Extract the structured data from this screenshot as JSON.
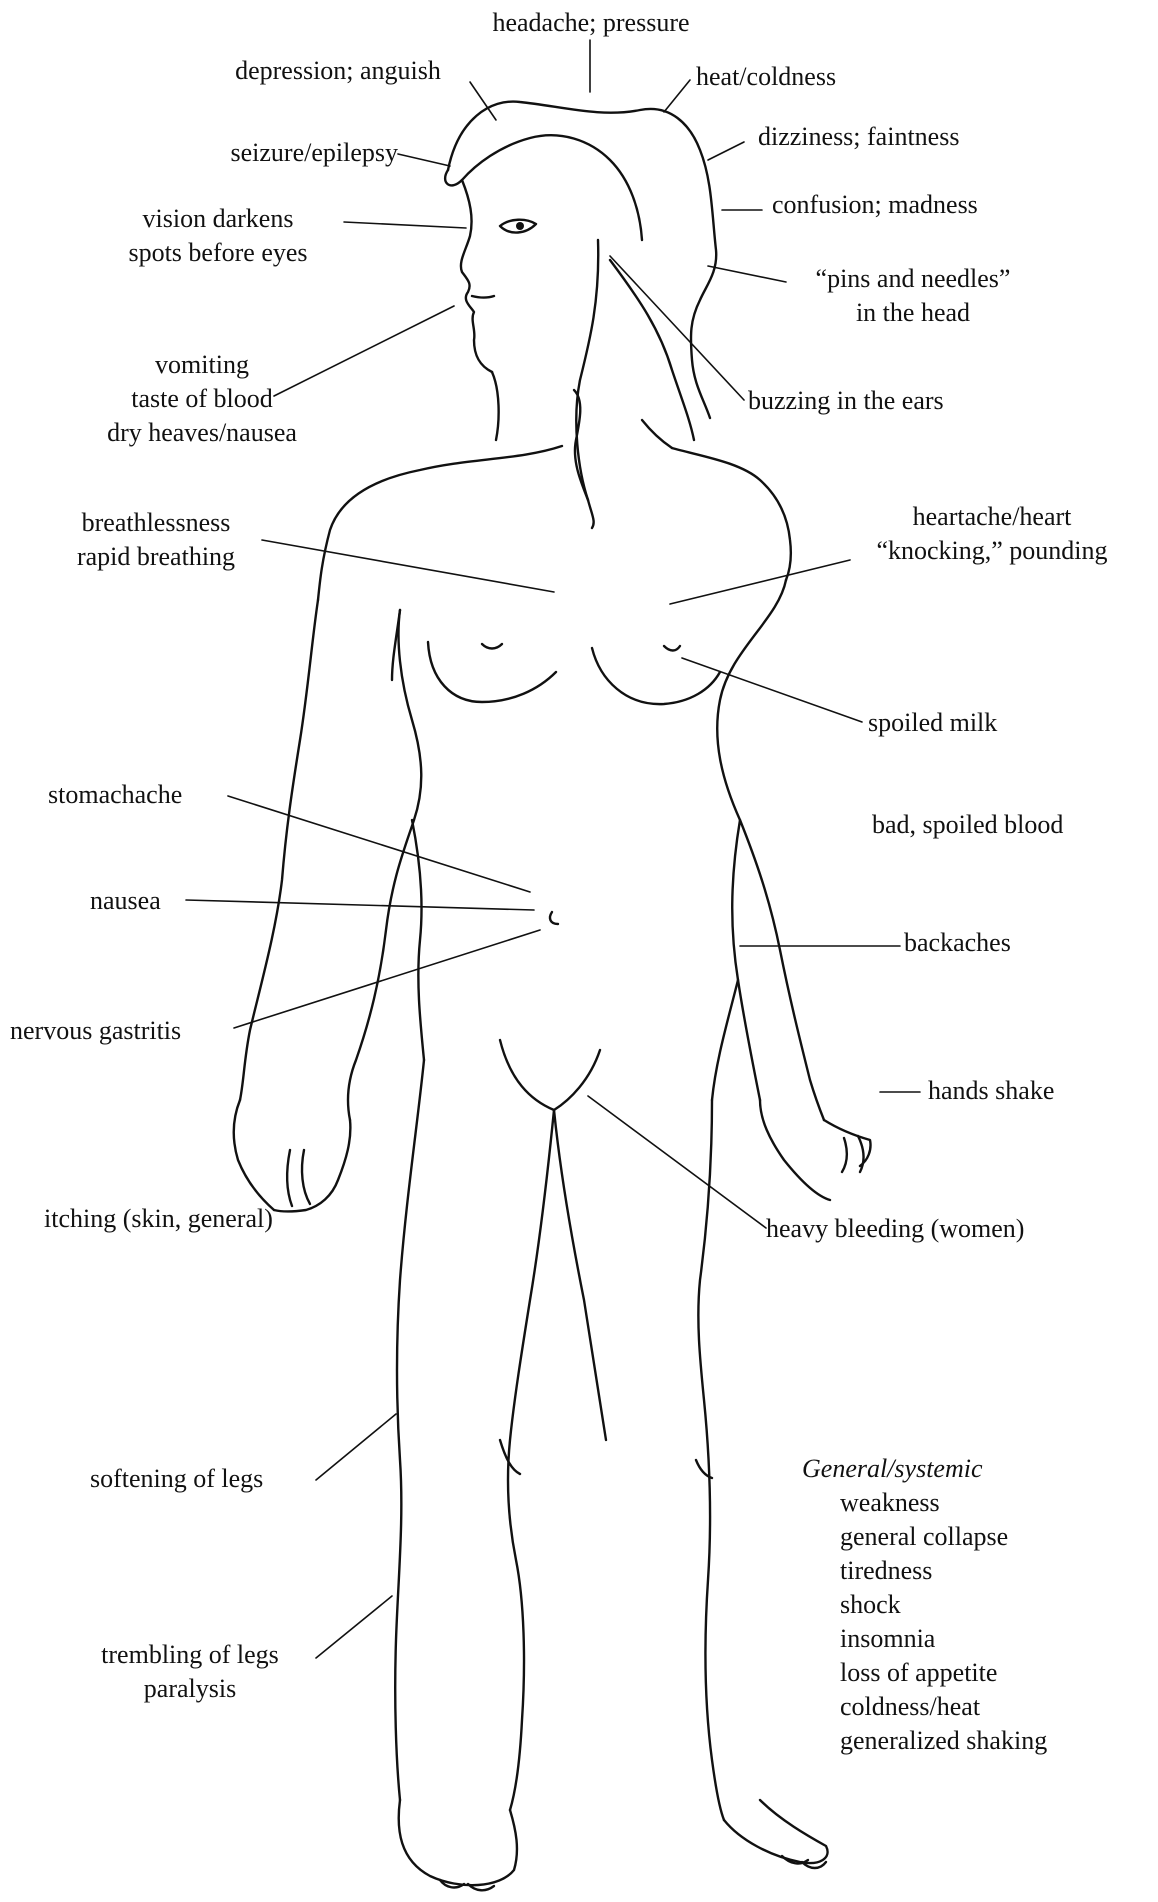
{
  "labels": {
    "headache": "headache; pressure",
    "depression": "depression; anguish",
    "heat_coldness": "heat/coldness",
    "seizure": "seizure/epilepsy",
    "dizziness": "dizziness; faintness",
    "confusion": "confusion; madness",
    "vision_1": "vision darkens",
    "vision_2": "spots before eyes",
    "pins_1": "“pins and needles”",
    "pins_2": "in the head",
    "vomiting_1": "vomiting",
    "vomiting_2": "taste of blood",
    "vomiting_3": "dry heaves/nausea",
    "buzzing": "buzzing in the ears",
    "breath_1": "breathlessness",
    "breath_2": "rapid breathing",
    "heart_1": "heartache/heart",
    "heart_2": "“knocking,” pounding",
    "spoiled_milk": "spoiled milk",
    "stomachache": "stomachache",
    "bad_blood": "bad, spoiled blood",
    "nausea": "nausea",
    "backaches": "backaches",
    "gastritis": "nervous gastritis",
    "hands_shake": "hands shake",
    "itching": "itching (skin, general)",
    "heavy_bleeding": "heavy bleeding (women)",
    "softening": "softening of legs",
    "trembling_1": "trembling of legs",
    "trembling_2": "paralysis"
  },
  "general": {
    "title": "General/systemic",
    "items": [
      "weakness",
      "general collapse",
      "tiredness",
      "shock",
      "insomnia",
      "loss of appetite",
      "coldness/heat",
      "generalized shaking"
    ]
  },
  "colors": {
    "ink": "#111111",
    "paper": "#ffffff"
  }
}
